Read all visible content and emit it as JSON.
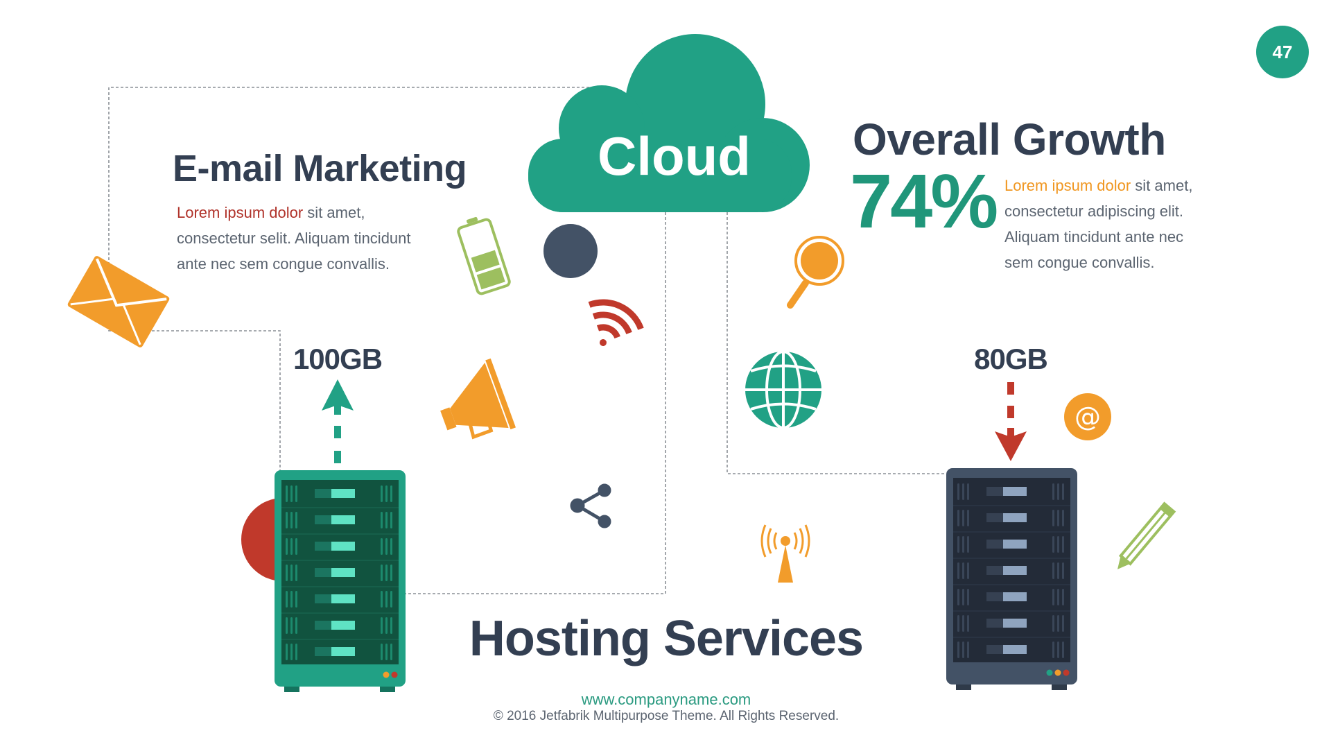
{
  "page_number": "47",
  "cloud": {
    "label": "Cloud"
  },
  "email_marketing": {
    "title": "E-mail Marketing",
    "highlight": "Lorem ipsum dolor",
    "line1_rest": " sit amet,",
    "line2": "consectetur selit. Aliquam tincidunt",
    "line3": "ante nec sem congue convallis."
  },
  "overall_growth": {
    "title": "Overall Growth",
    "percent": "74%",
    "highlight": "Lorem ipsum dolor",
    "line1_rest": " sit amet,",
    "line2": "consectetur adipiscing elit.",
    "line3": "Aliquam tincidunt ante nec",
    "line4": "sem congue convallis."
  },
  "servers": {
    "left": {
      "capacity": "100GB",
      "direction": "up",
      "color": "#21a185"
    },
    "right": {
      "capacity": "80GB",
      "direction": "down",
      "color": "#435266"
    }
  },
  "main_title": "Hosting Services",
  "footer": {
    "url": "www.companyname.com",
    "copyright": "© 2016 Jetfabrik Multipurpose Theme. All Rights Reserved."
  },
  "icons": [
    "envelope-icon",
    "battery-icon",
    "rss-icon",
    "megaphone-icon",
    "share-icon",
    "magnifier-icon",
    "globe-icon",
    "at-sign-icon",
    "antenna-icon",
    "pencil-icon"
  ],
  "colors": {
    "teal": "#21a185",
    "navy": "#333f52",
    "orange": "#f29c2b",
    "red": "#c0392b",
    "lime": "#9dbf5f"
  }
}
